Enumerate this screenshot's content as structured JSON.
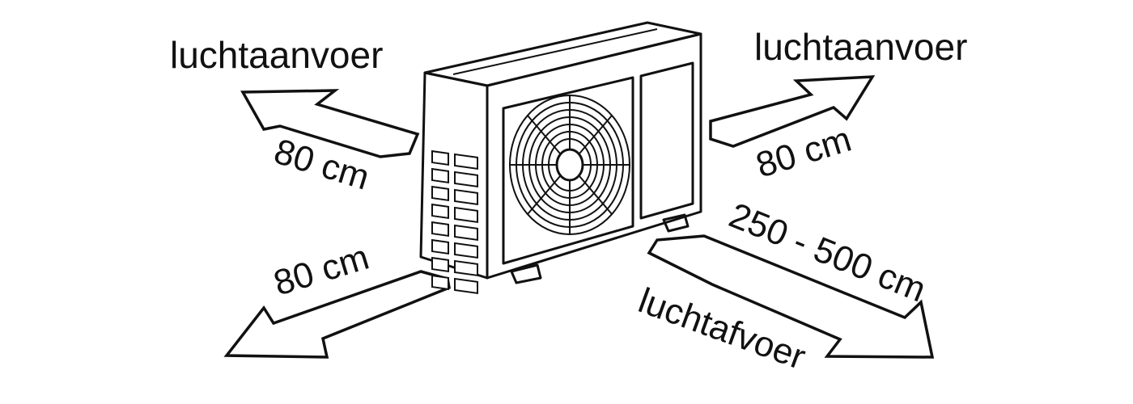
{
  "labels": {
    "intake_left": "luchtaanvoer",
    "intake_right": "luchtaanvoer",
    "exhaust": "luchtafvoer",
    "clearance_left_top": "80 cm",
    "clearance_right_top": "80 cm",
    "clearance_left_bottom": "80 cm",
    "clearance_exhaust": "250 - 500 cm"
  },
  "icons": {
    "unit": "outdoor-ac-unit-icon",
    "arrow": "direction-arrow-icon"
  },
  "colors": {
    "line": "#111111",
    "background": "#ffffff"
  }
}
